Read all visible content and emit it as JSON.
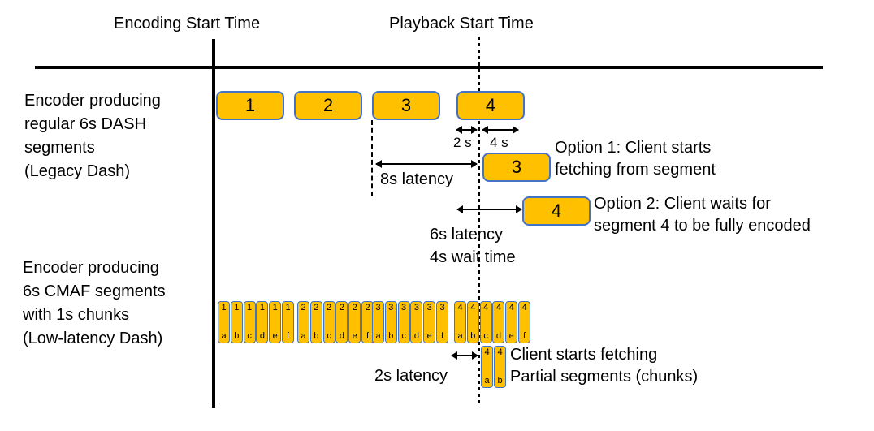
{
  "colors": {
    "segment_fill": "#FFC000",
    "segment_border": "#4472C4",
    "line": "#000000"
  },
  "axis": {
    "encoding_label": "Encoding Start Time",
    "playback_label": "Playback Start Time"
  },
  "rows": {
    "legacy_label_lines": [
      "Encoder producing",
      "regular 6s DASH",
      "segments",
      "(Legacy Dash)"
    ],
    "lowlatency_label_lines": [
      "Encoder producing",
      "6s CMAF segments",
      "with 1s chunks",
      "(Low-latency Dash)"
    ]
  },
  "segments": {
    "encoder_row": [
      {
        "label": "1"
      },
      {
        "label": "2"
      },
      {
        "label": "3"
      },
      {
        "label": "4"
      }
    ],
    "option1_segment": {
      "label": "3"
    },
    "option2_segment": {
      "label": "4"
    }
  },
  "annotations": {
    "gap_left": "2 s",
    "gap_right": "4 s",
    "latency_8s": "8s latency",
    "latency_6s": "6s latency",
    "wait_4s": "4s wait time",
    "latency_2s": "2s latency",
    "option1_line1": "Option 1: Client starts",
    "option1_line2": "fetching from segment",
    "option2_line1": "Option 2: Client waits for",
    "option2_line2": "segment 4 to be fully encoded",
    "client_line1": "Client starts fetching",
    "client_line2": "Partial segments (chunks)"
  },
  "chunks": {
    "groups": [
      {
        "segment": "1",
        "letters": [
          "a",
          "b",
          "c",
          "d",
          "e",
          "f"
        ]
      },
      {
        "segment": "2",
        "letters": [
          "a",
          "b",
          "c",
          "d",
          "e",
          "f"
        ]
      },
      {
        "segment": "3",
        "letters": [
          "a",
          "b",
          "c",
          "d",
          "e",
          "f"
        ]
      },
      {
        "segment": "4",
        "letters": [
          "a",
          "b",
          "c",
          "d",
          "e",
          "f"
        ]
      }
    ],
    "fetched": {
      "segment": "4",
      "letters": [
        "a",
        "b"
      ]
    }
  }
}
